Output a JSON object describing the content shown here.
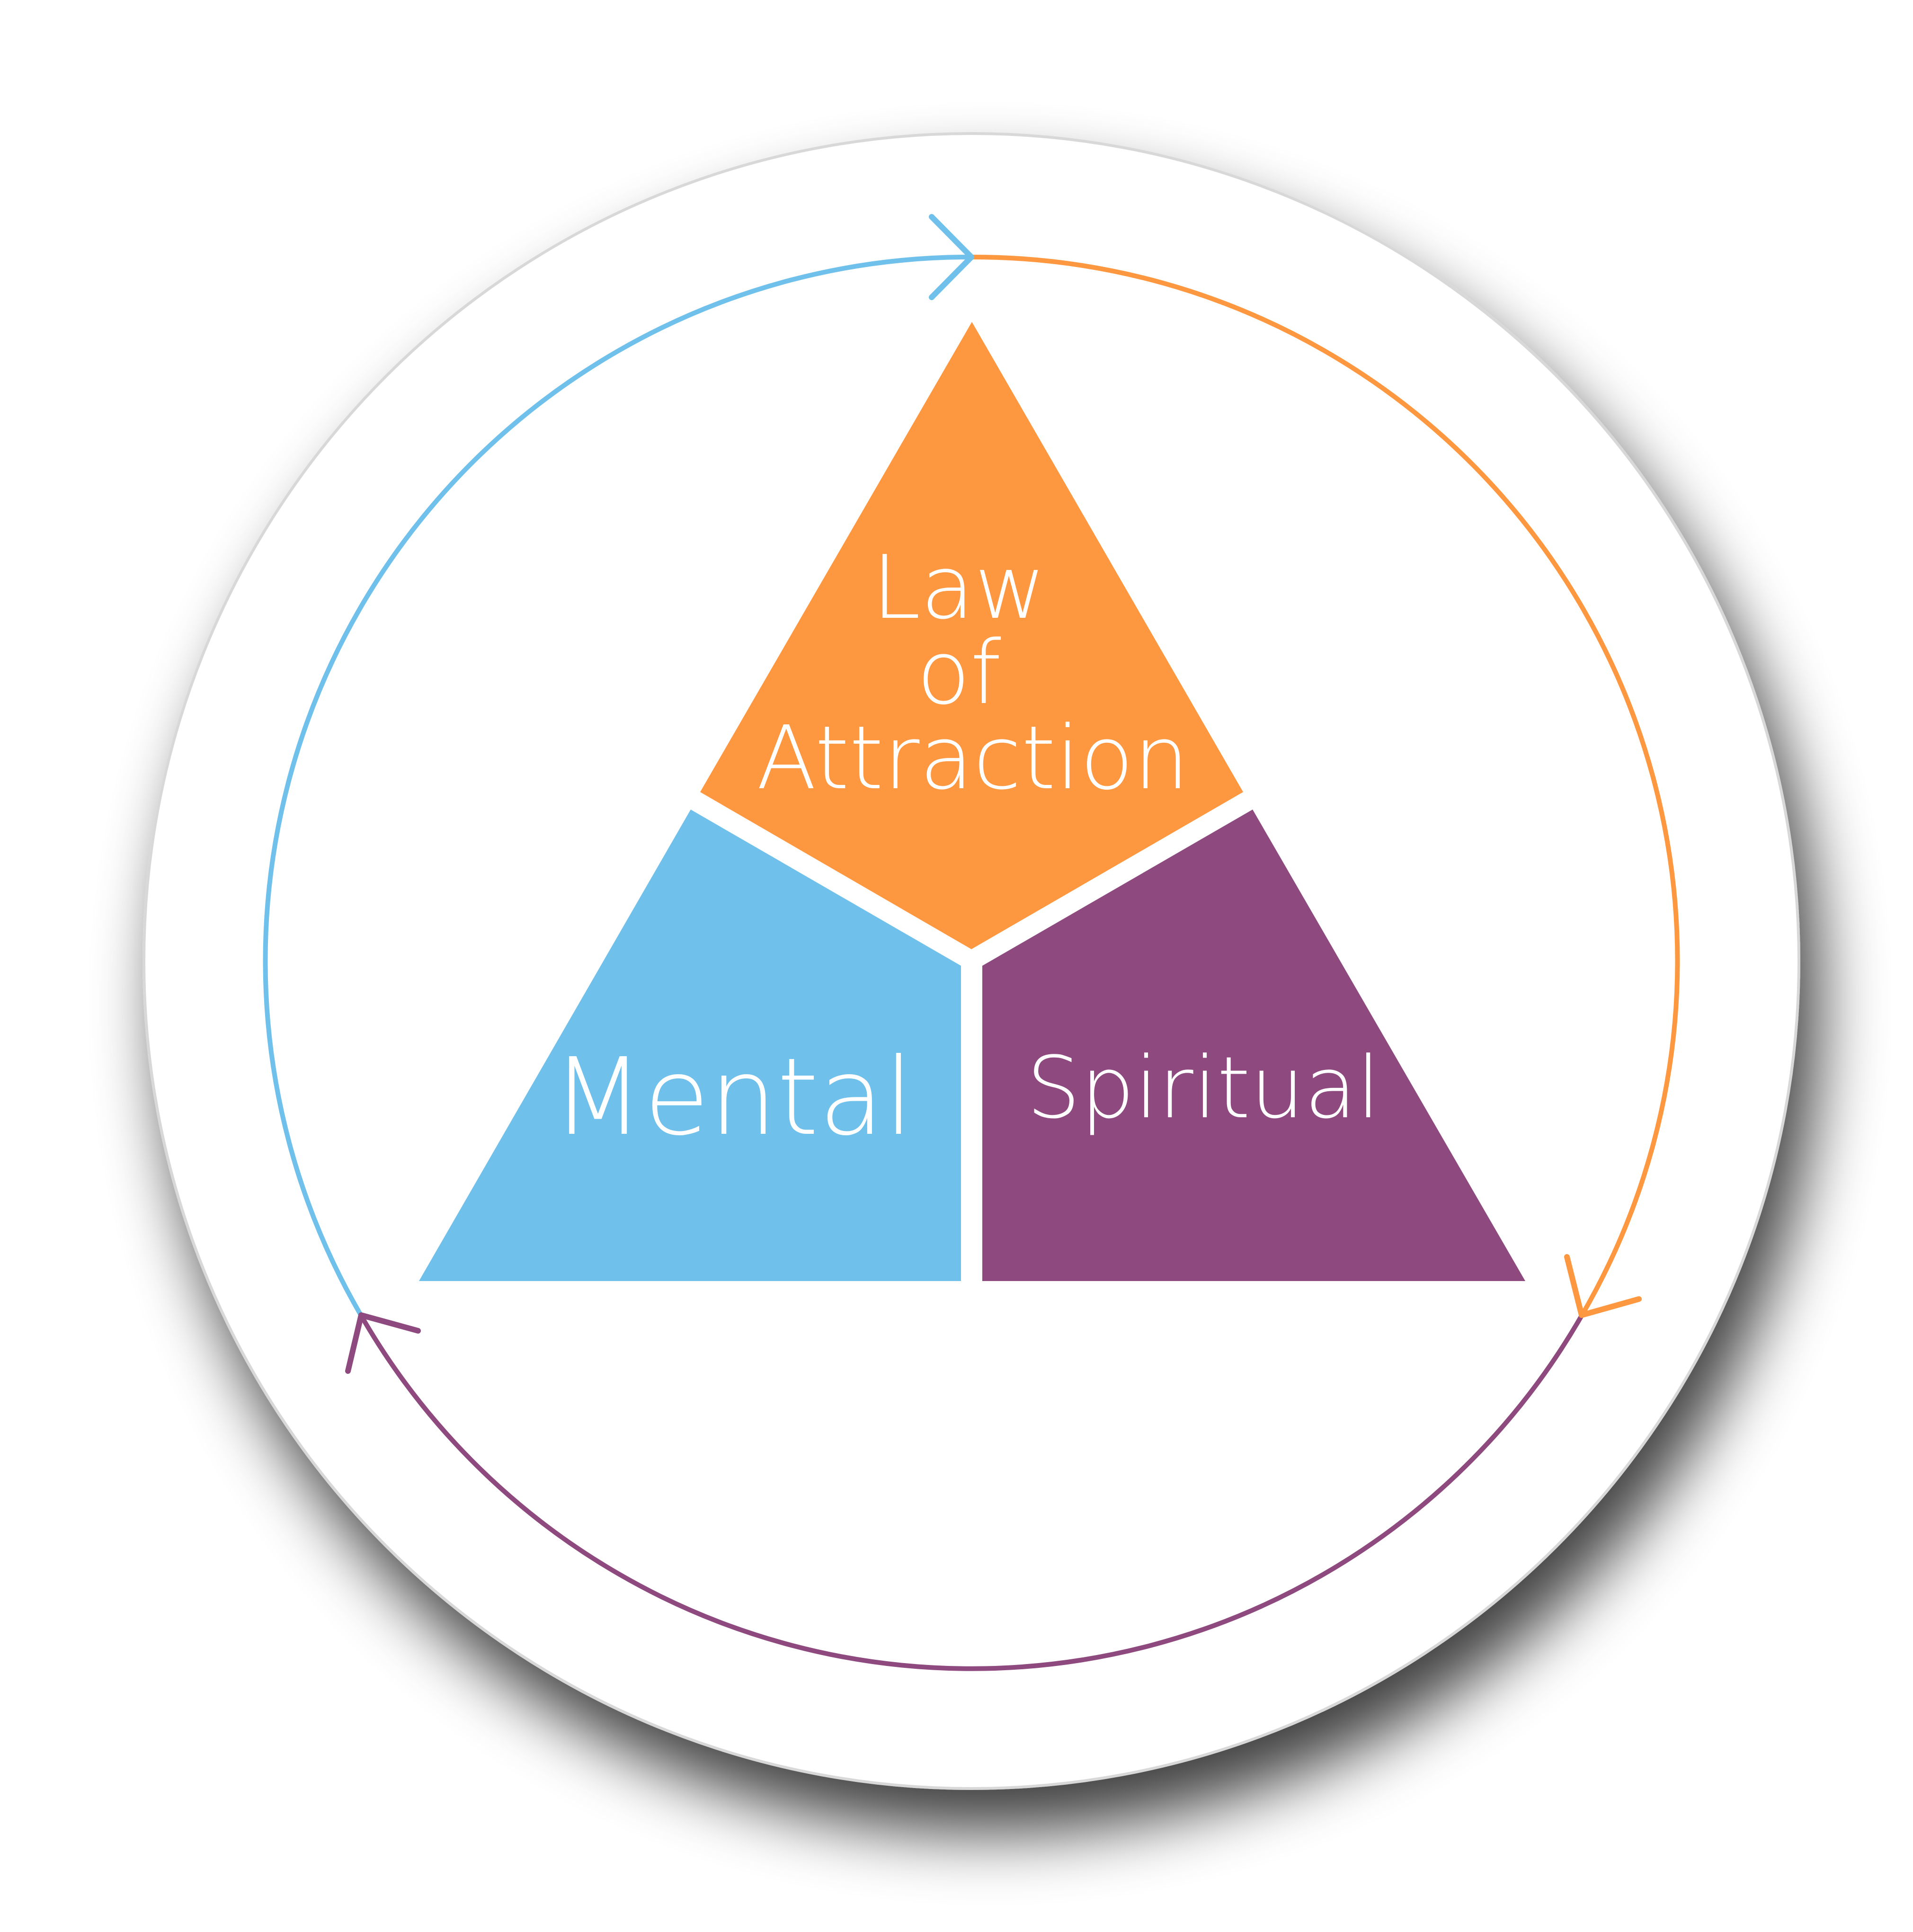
{
  "segments": {
    "top": {
      "label_lines": [
        "Law",
        "of",
        "Attraction"
      ],
      "color": "#FD9841"
    },
    "left": {
      "label": "Mental",
      "color": "#70C0EC"
    },
    "right": {
      "label": "Spiritual",
      "color": "#8E4A7E"
    }
  },
  "cycle_colors": {
    "blue_arc": "#70C0EC",
    "orange_arc": "#FD9841",
    "purple_arc": "#8E4A7E"
  }
}
